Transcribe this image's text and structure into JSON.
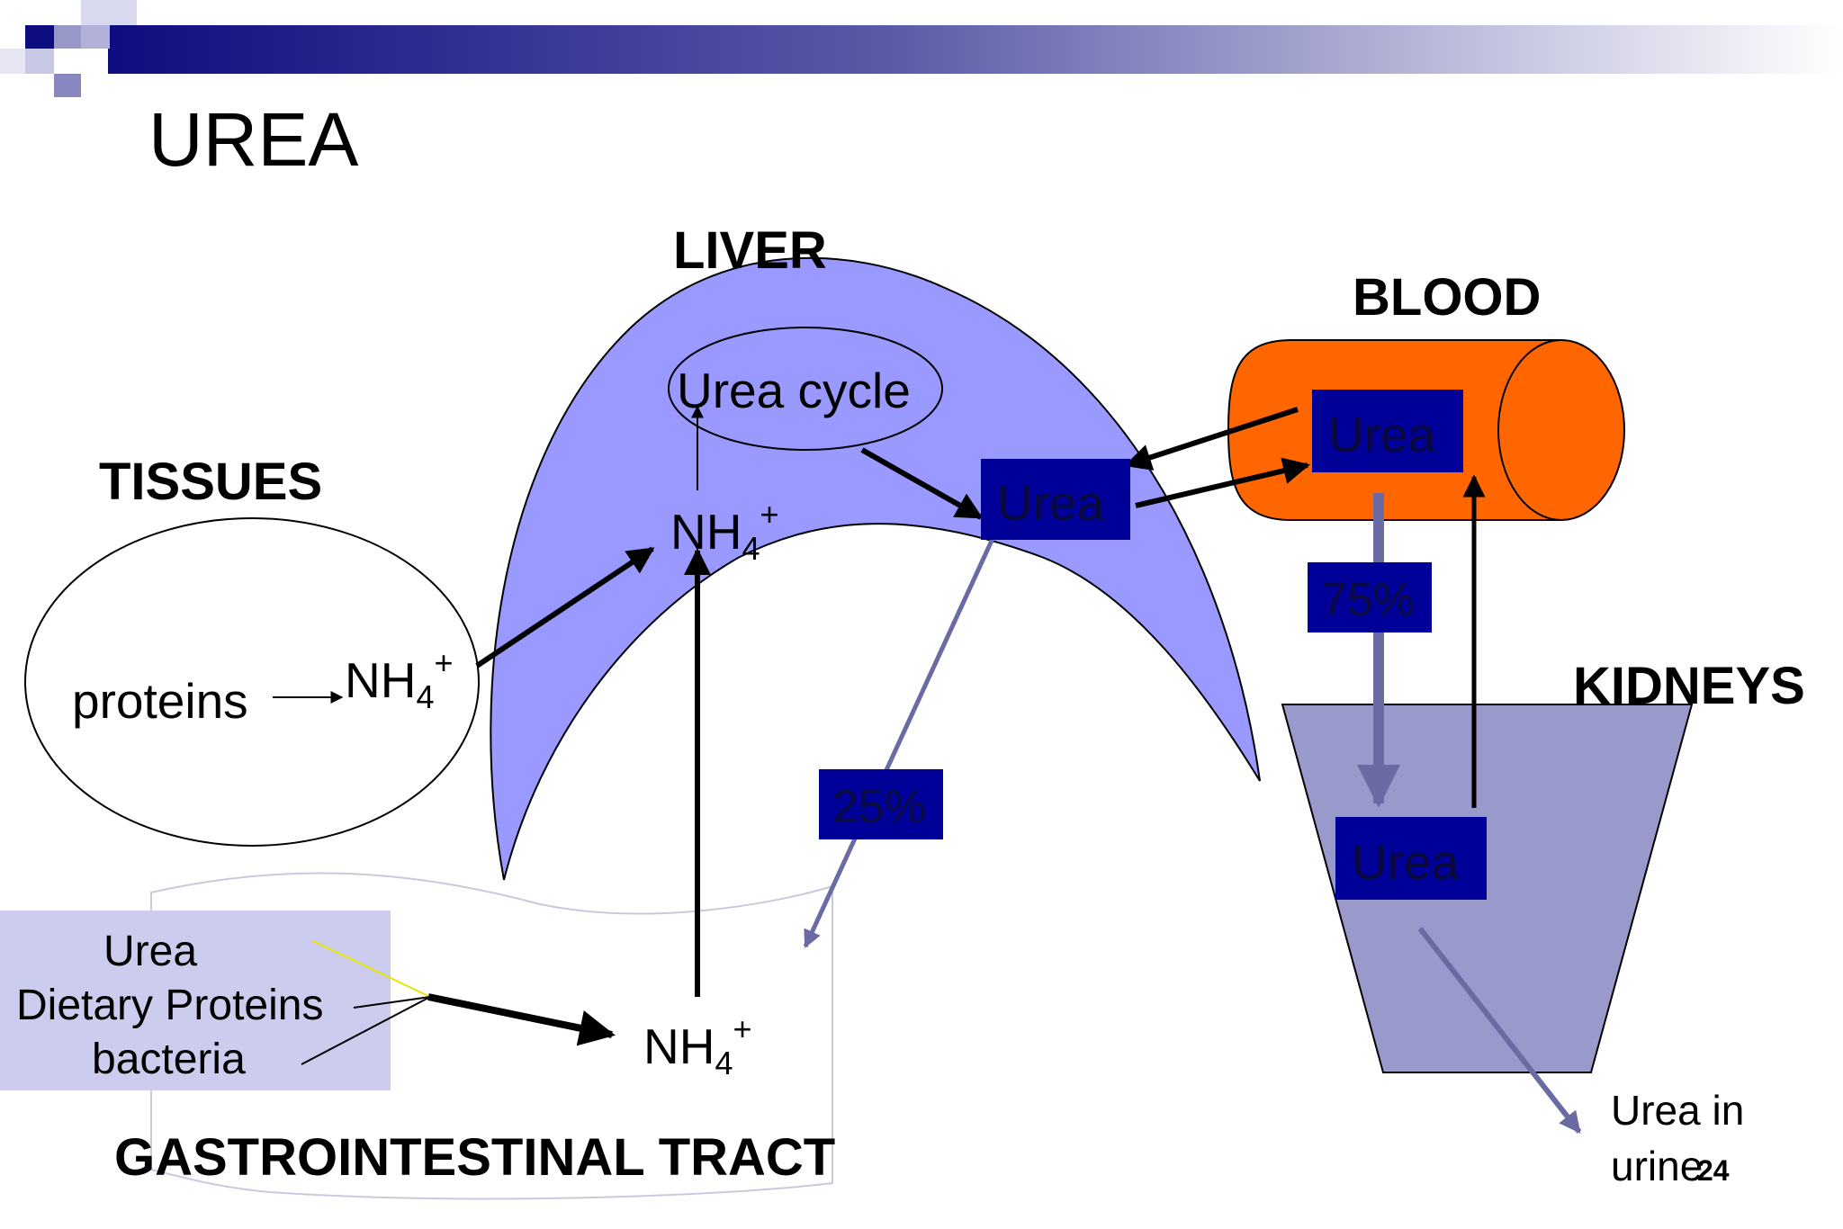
{
  "slide": {
    "title": "UREA",
    "page_number": "24"
  },
  "regions": {
    "liver": "LIVER",
    "blood": "BLOOD",
    "tissues": "TISSUES",
    "kidneys": "KIDNEYS",
    "gi_tract": "GASTROINTESTINAL TRACT"
  },
  "labels": {
    "urea_cycle": "Urea cycle",
    "proteins": "proteins",
    "nh4_base": "NH",
    "nh4_sub": "4",
    "nh4_sup": "+",
    "urea_liver": "Urea",
    "urea_blood": "Urea",
    "urea_kidney": "Urea",
    "percent_75": "75%",
    "percent_25": "25%",
    "gi_source_1": "Urea",
    "gi_source_2": "Dietary Proteins",
    "gi_source_3": "bacteria",
    "urine_line1": "Urea in",
    "urine_line2": "urine"
  },
  "colors": {
    "header_dark": "#141478",
    "liver_fill": "#9999ff",
    "blood_fill": "#ff6600",
    "kidney_fill": "#9999cc",
    "urea_box": "#000099",
    "gi_box": "#ccccee",
    "flow_arrow": "#6b6ba3"
  }
}
